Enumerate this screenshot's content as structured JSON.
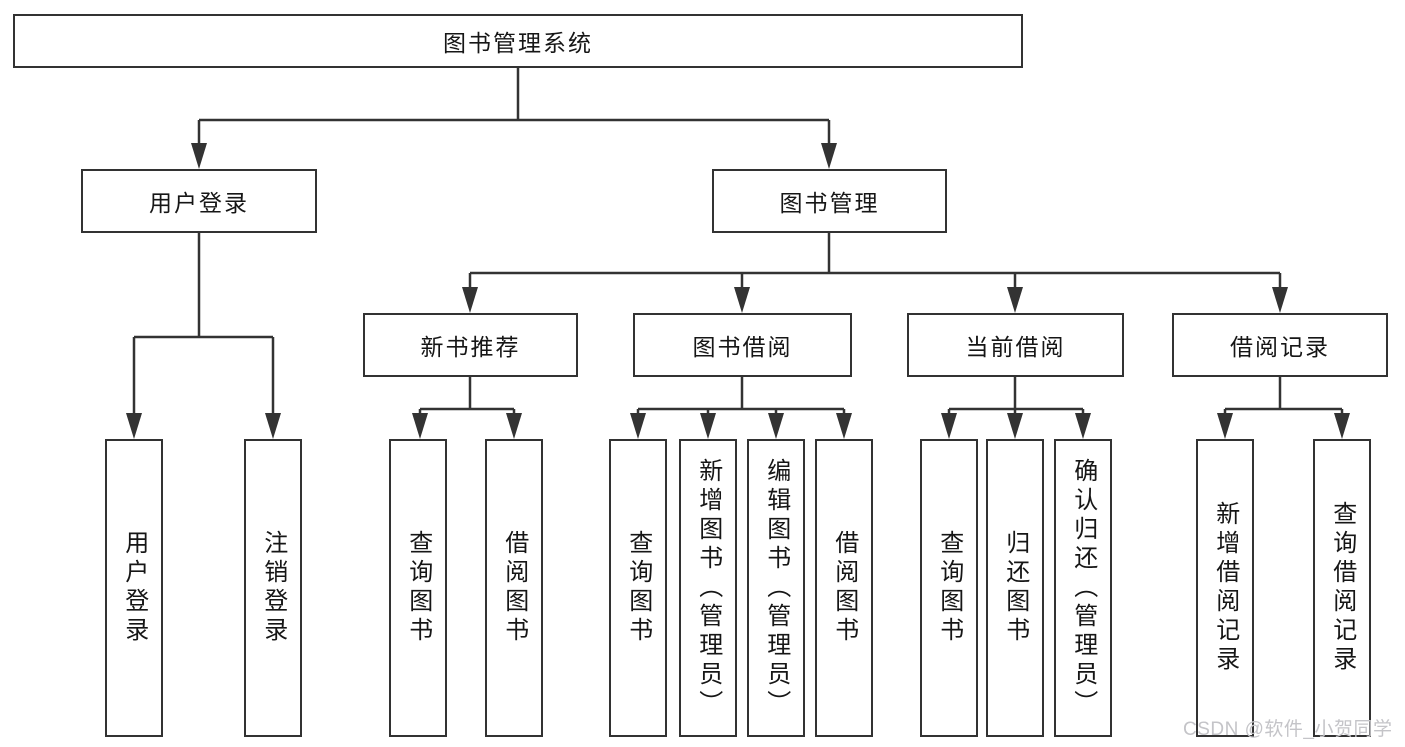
{
  "diagram": {
    "type": "tree",
    "root": {
      "label": "图书管理系统"
    },
    "level2": [
      {
        "label": "用户登录",
        "parent": "图书管理系统"
      },
      {
        "label": "图书管理",
        "parent": "图书管理系统"
      }
    ],
    "level3": [
      {
        "label": "新书推荐",
        "parent": "图书管理"
      },
      {
        "label": "图书借阅",
        "parent": "图书管理"
      },
      {
        "label": "当前借阅",
        "parent": "图书管理"
      },
      {
        "label": "借阅记录",
        "parent": "图书管理"
      }
    ],
    "leaves": [
      {
        "label": "用户登录",
        "parent": "用户登录"
      },
      {
        "label": "注销登录",
        "parent": "用户登录"
      },
      {
        "label": "查询图书",
        "parent": "新书推荐"
      },
      {
        "label": "借阅图书",
        "parent": "新书推荐"
      },
      {
        "label": "查询图书",
        "parent": "图书借阅"
      },
      {
        "label": "新增图书（管理员）",
        "parent": "图书借阅"
      },
      {
        "label": "编辑图书（管理员）",
        "parent": "图书借阅"
      },
      {
        "label": "借阅图书",
        "parent": "图书借阅"
      },
      {
        "label": "查询图书",
        "parent": "当前借阅"
      },
      {
        "label": "归还图书",
        "parent": "当前借阅"
      },
      {
        "label": "确认归还（管理员）",
        "parent": "当前借阅"
      },
      {
        "label": "新增借阅记录",
        "parent": "借阅记录"
      },
      {
        "label": "查询借阅记录",
        "parent": "借阅记录"
      }
    ]
  },
  "watermark": {
    "text": "CSDN @软件_小贺同学"
  },
  "colors": {
    "background": "#ffffff",
    "line": "#333333",
    "box_border": "#323232",
    "text": "#161616",
    "watermark": "#c4c4c8"
  }
}
